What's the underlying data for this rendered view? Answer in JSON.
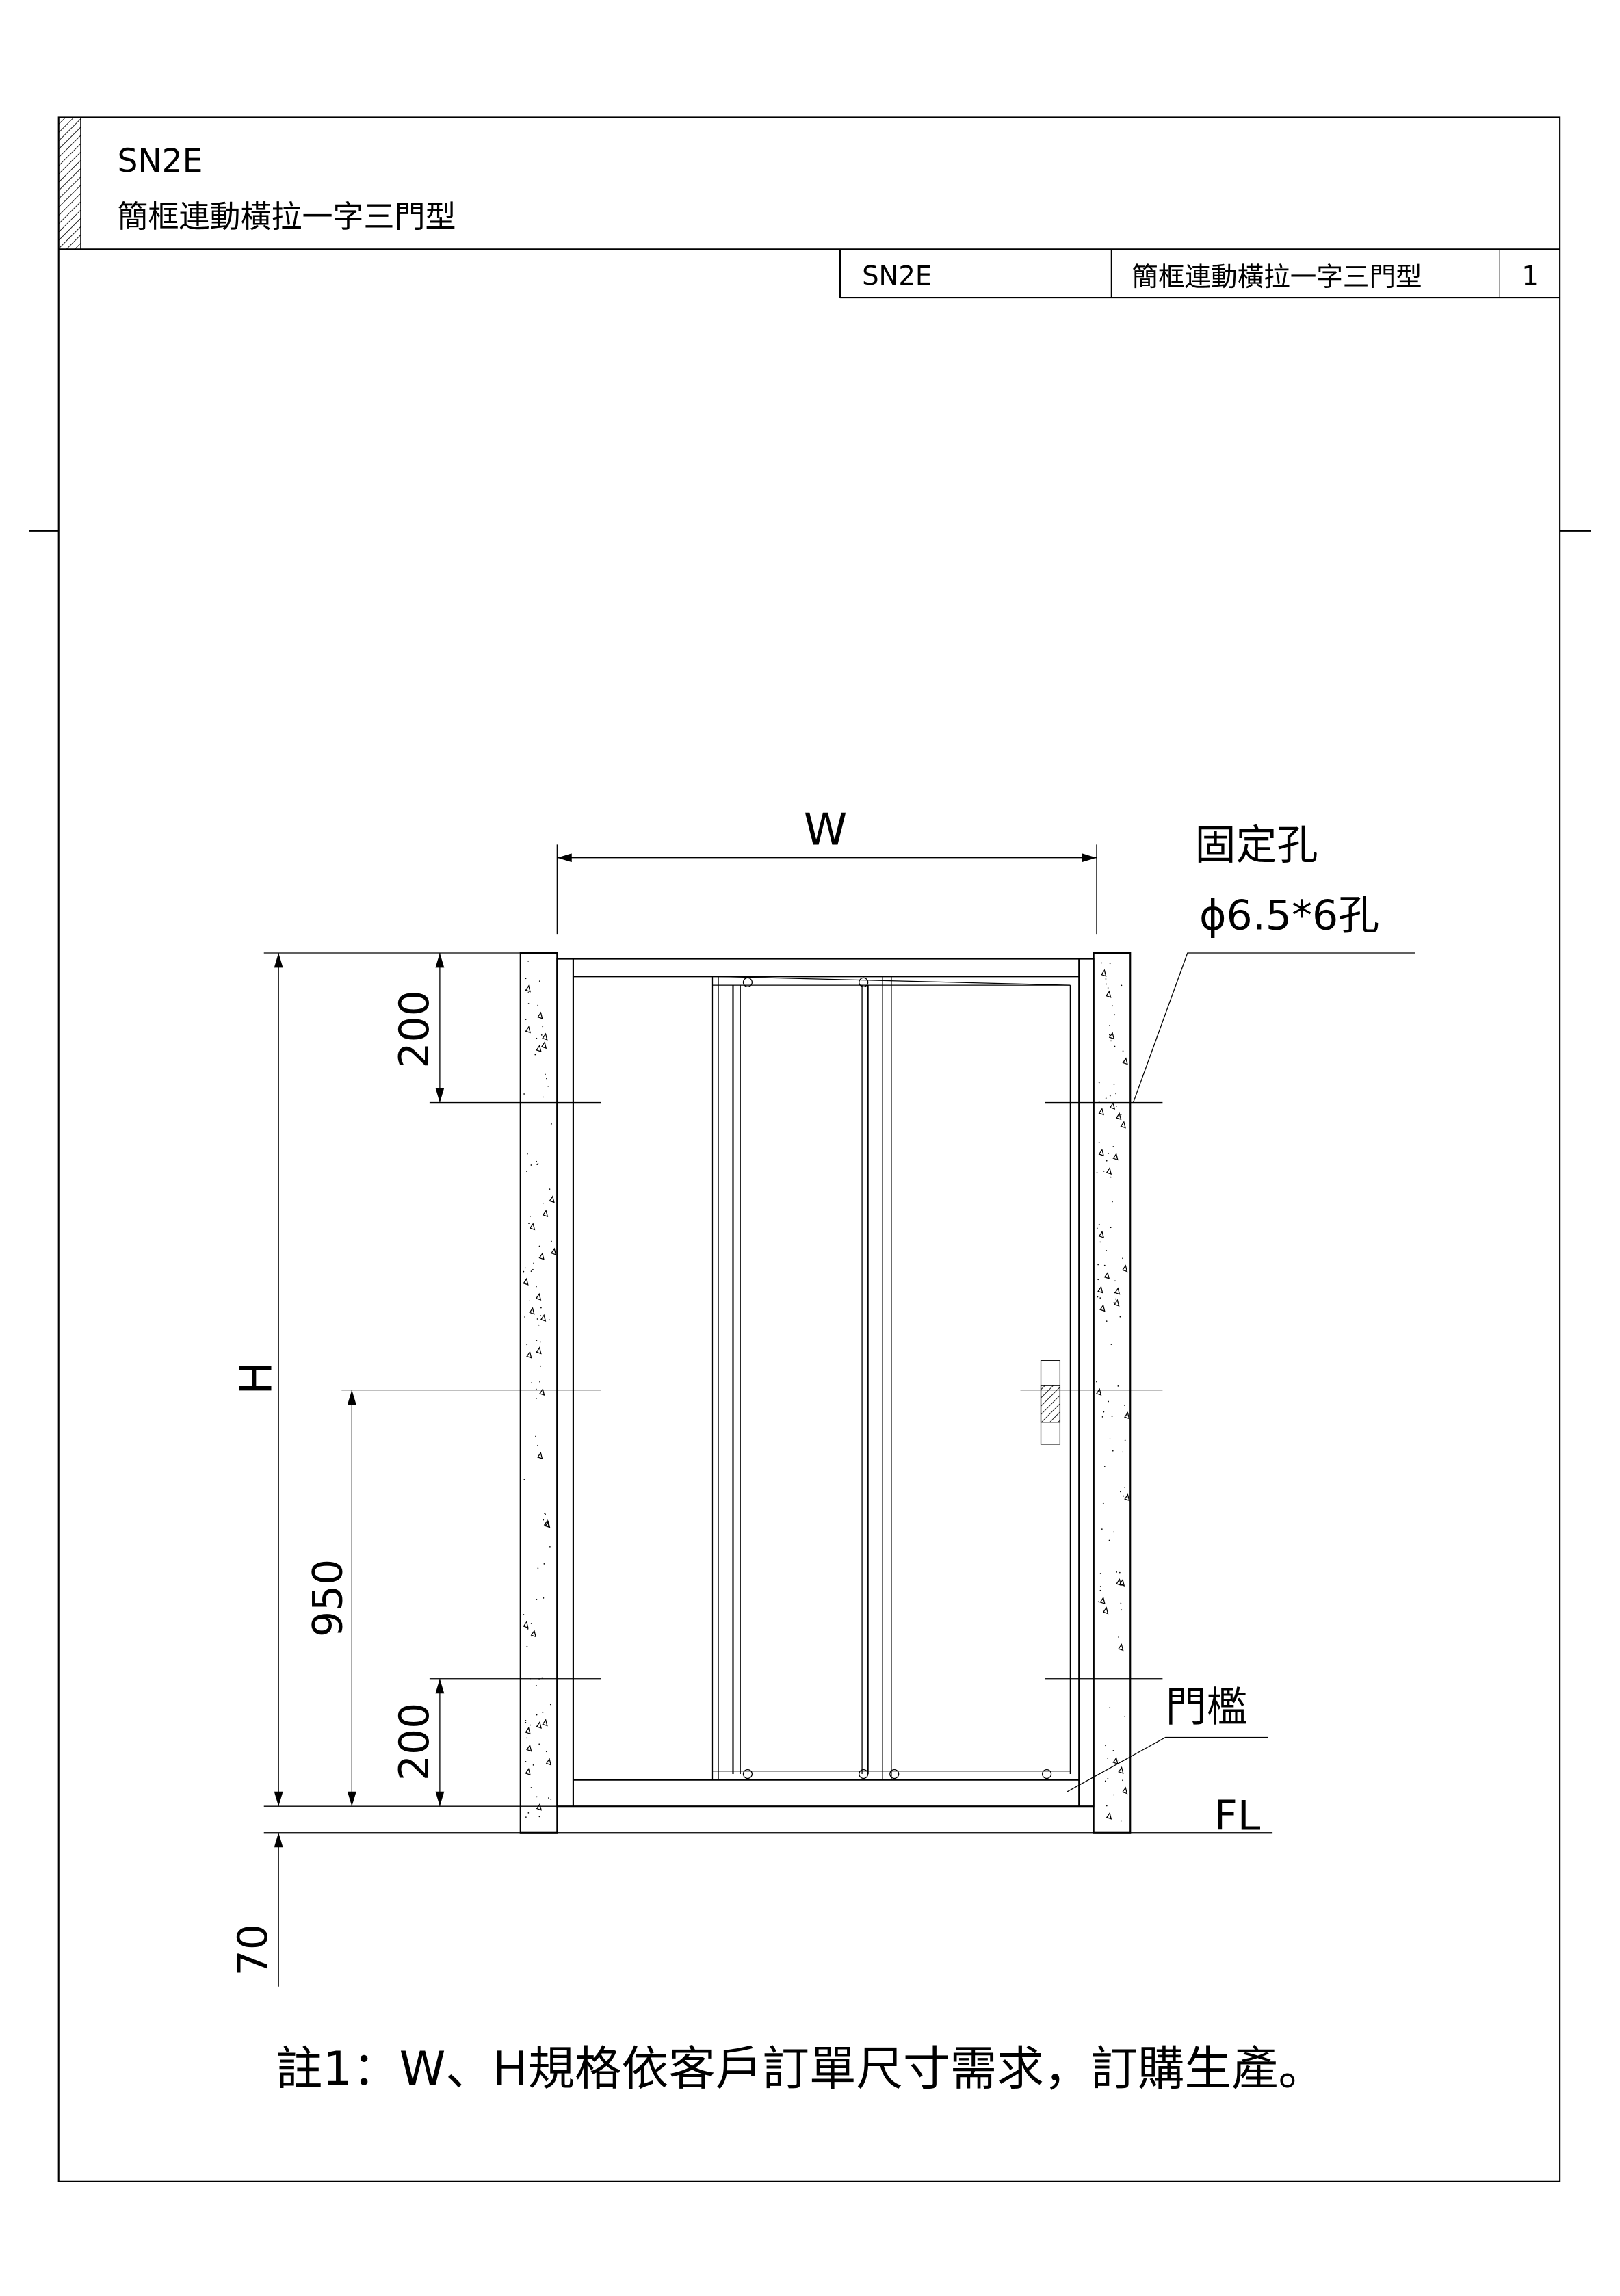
{
  "header": {
    "code": "SN2E",
    "title": "簡框連動橫拉一字三門型"
  },
  "title_block": {
    "code": "SN2E",
    "name": "簡框連動橫拉一字三門型",
    "sheet": "1"
  },
  "drawing": {
    "width_label": "W",
    "height_label": "H",
    "dim_top": "200",
    "dim_middle": "950",
    "dim_bottom": "200",
    "dim_floor": "70",
    "fixing_hole_label": "固定孔",
    "fixing_hole_spec": "ϕ6.5*6孔",
    "threshold_label": "門檻",
    "floor_label": "FL"
  },
  "note": "註1：W、H規格依客戶訂單尺寸需求，訂購生產。"
}
